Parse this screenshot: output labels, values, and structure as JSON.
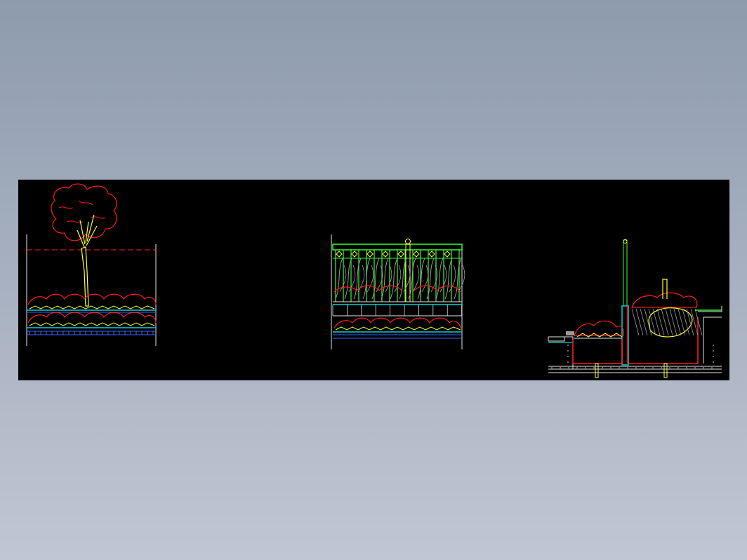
{
  "canvas": {
    "background_gradient": [
      "#8d9bad",
      "#c1c6d3"
    ],
    "drawing_background": "#000000"
  },
  "palette": {
    "red": "#ff1c1c",
    "yellow": "#ffff3a",
    "green": "#33ff33",
    "cyan": "#00d6d6",
    "blue": "#4060ff",
    "white": "#e6e6e6",
    "gray": "#9a9a9a"
  },
  "views": [
    {
      "id": "tree-planter-elevation",
      "icon": "tree-icon"
    },
    {
      "id": "railing-planter-elevation",
      "icon": "railing-icon"
    },
    {
      "id": "planter-section",
      "icon": "section-icon"
    }
  ]
}
